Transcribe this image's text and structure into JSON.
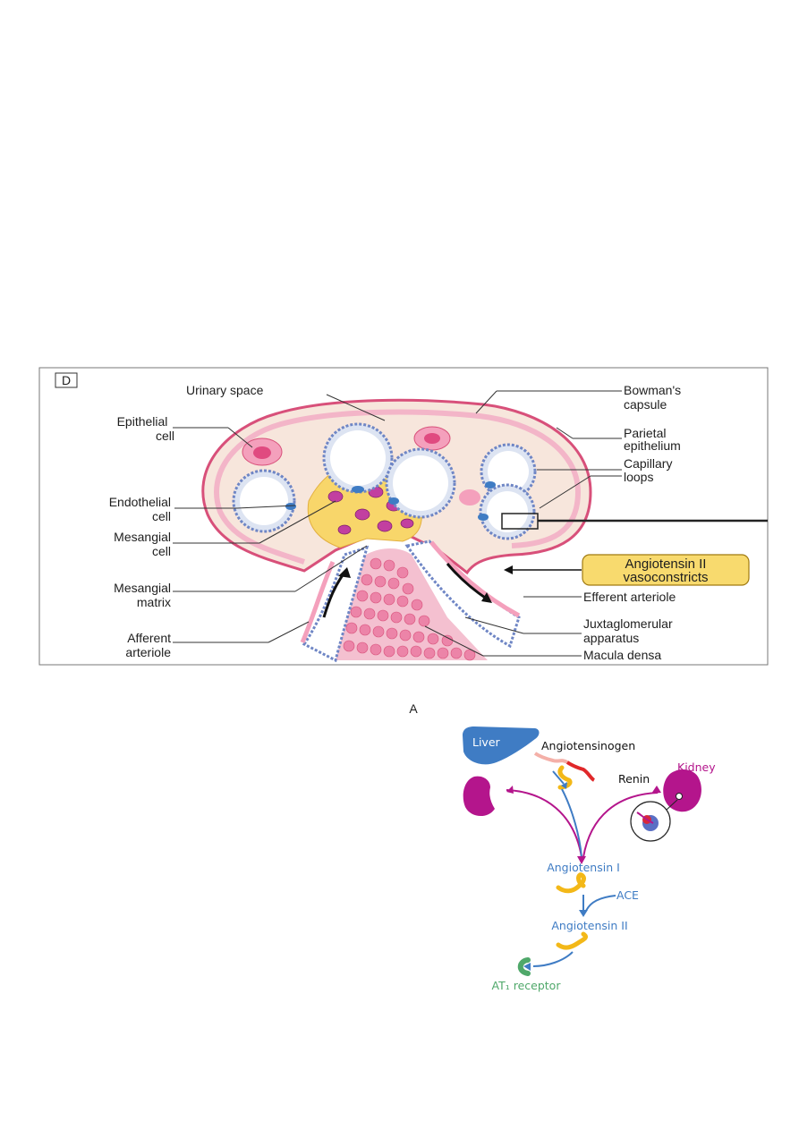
{
  "glomerulus": {
    "panel_letter": "D",
    "labels": {
      "urinary_space": "Urinary space",
      "bowmans_l1": "Bowman's",
      "bowmans_l2": "capsule",
      "epithelial_l1": "Epithelial",
      "epithelial_l2": "cell",
      "parietal_l1": "Parietal",
      "parietal_l2": "epithelium",
      "capillary_l1": "Capillary",
      "capillary_l2": "loops",
      "endothelial_l1": "Endothelial",
      "endothelial_l2": "cell",
      "mesangial_cell_l1": "Mesangial",
      "mesangial_cell_l2": "cell",
      "mesangial_matrix_l1": "Mesangial",
      "mesangial_matrix_l2": "matrix",
      "afferent_l1": "Afferent",
      "afferent_l2": "arteriole",
      "efferent": "Efferent arteriole",
      "juxta_l1": "Juxtaglomerular",
      "juxta_l2": "apparatus",
      "macula": "Macula densa"
    },
    "callout_l1": "Angiotensin II",
    "callout_l2": "vasoconstricts"
  },
  "ras": {
    "panel_letter": "A",
    "liver": "Liver",
    "angiotensinogen": "Angiotensinogen",
    "renin": "Renin",
    "kidney": "Kidney",
    "angiotensin1": "Angiotensin I",
    "ace": "ACE",
    "angiotensin2": "Angiotensin II",
    "at1": "AT₁ receptor"
  },
  "colors": {
    "capsule_pink": "#d8507a",
    "magenta": "#b4158c",
    "blue": "#3f7cc4",
    "green": "#4fa86a",
    "callout_fill": "#f8da6e",
    "yellow": "#f3b818"
  }
}
